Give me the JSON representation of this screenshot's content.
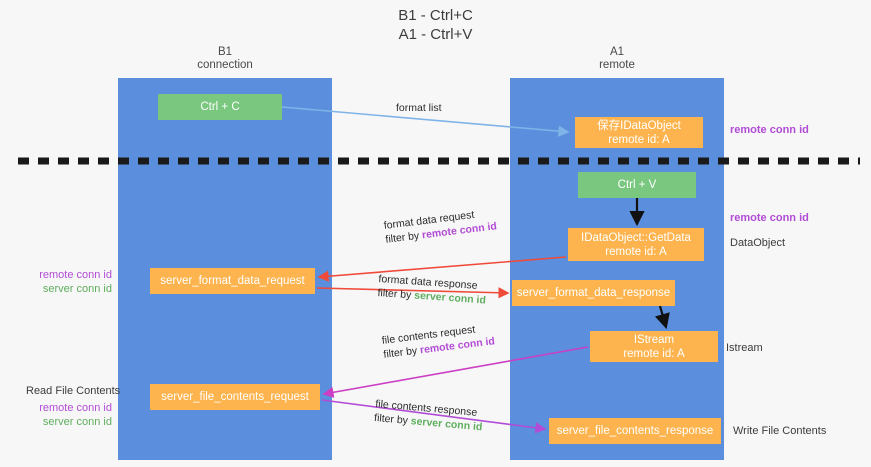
{
  "title": "B1 - Ctrl+C\nA1 - Ctrl+V",
  "lanes": [
    {
      "name": "b1",
      "header": "B1\nconnection"
    },
    {
      "name": "a1",
      "header": "A1\nremote"
    }
  ],
  "nodes": {
    "ctrl_c": "Ctrl + C",
    "save_idataobject": "保存IDataObject\nremote id: A",
    "ctrl_v": "Ctrl + V",
    "getdata": "IDataObject::GetData\nremote id: A",
    "server_format_data_request": "server_format_data_request",
    "server_format_data_response": "server_format_data_response",
    "istream": "IStream\nremote id: A",
    "server_file_contents_request": "server_file_contents_request",
    "server_file_contents_response": "server_file_contents_response"
  },
  "connectors": {
    "format_list": "format list",
    "format_data_request": "format data request",
    "format_data_request_filter_prefix": "filter by ",
    "format_data_request_filter_key": "remote conn id",
    "format_data_response": "format data response",
    "format_data_response_filter_prefix": "filter by ",
    "format_data_response_filter_key": "server conn id",
    "file_contents_request": "file contents request",
    "file_contents_request_filter_prefix": "filter by ",
    "file_contents_request_filter_key": "remote conn id",
    "file_contents_response": "file contents response",
    "file_contents_response_filter_prefix": "filter by ",
    "file_contents_response_filter_key": "server conn id"
  },
  "annotations": {
    "right_remote_conn_id_top": "remote conn id",
    "right_remote_conn_id_mid": "remote conn id",
    "right_dataobject": "DataObject",
    "right_istream": "Istream",
    "right_write_file_contents": "Write File Contents",
    "left_remote_conn_id": "remote conn id",
    "left_server_conn_id": "server conn id",
    "left_read_file_contents": "Read File Contents",
    "left_remote_conn_id_2": "remote conn id",
    "left_server_conn_id_2": "server conn id"
  },
  "colors": {
    "lane": "#5b8fdd",
    "green_node": "#7ac77f",
    "orange_node": "#fdb44e",
    "remote_conn_id": "#b24cd6",
    "server_conn_id": "#5fae5f",
    "arrow_light_blue": "#7fb4e8",
    "arrow_red": "#ef4a3a",
    "arrow_magenta": "#cc3ec4",
    "arrow_purple": "#b24cd6",
    "arrow_black": "#111111",
    "divider": "#1a1a1a",
    "background": "#f7f7f7"
  }
}
